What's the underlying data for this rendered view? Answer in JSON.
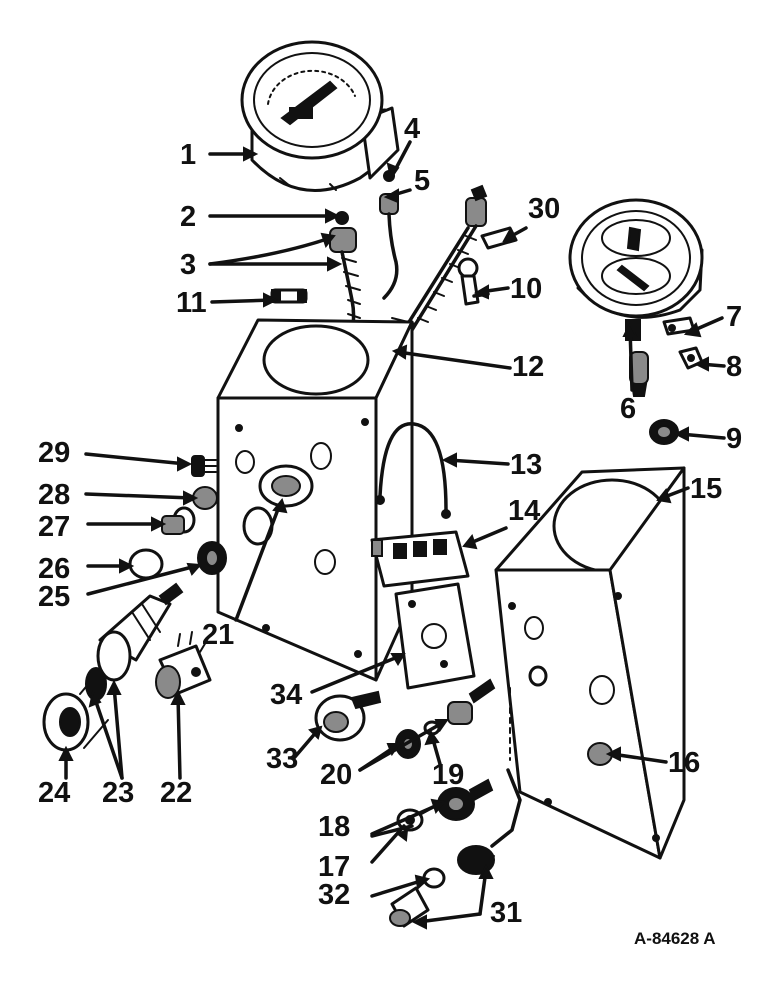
{
  "diagram": {
    "reference_code": "A-84628 A",
    "callouts": [
      {
        "id": "1",
        "label": "1"
      },
      {
        "id": "2",
        "label": "2"
      },
      {
        "id": "3",
        "label": "3"
      },
      {
        "id": "4",
        "label": "4"
      },
      {
        "id": "5",
        "label": "5"
      },
      {
        "id": "6",
        "label": "6"
      },
      {
        "id": "7",
        "label": "7"
      },
      {
        "id": "8",
        "label": "8"
      },
      {
        "id": "9",
        "label": "9"
      },
      {
        "id": "10",
        "label": "10"
      },
      {
        "id": "11",
        "label": "11"
      },
      {
        "id": "12",
        "label": "12"
      },
      {
        "id": "13",
        "label": "13"
      },
      {
        "id": "14",
        "label": "14"
      },
      {
        "id": "15",
        "label": "15"
      },
      {
        "id": "16",
        "label": "16"
      },
      {
        "id": "17",
        "label": "17"
      },
      {
        "id": "18",
        "label": "18"
      },
      {
        "id": "19",
        "label": "19"
      },
      {
        "id": "20",
        "label": "20"
      },
      {
        "id": "21",
        "label": "21"
      },
      {
        "id": "22",
        "label": "22"
      },
      {
        "id": "23",
        "label": "23"
      },
      {
        "id": "24",
        "label": "24"
      },
      {
        "id": "25",
        "label": "25"
      },
      {
        "id": "26",
        "label": "26"
      },
      {
        "id": "27",
        "label": "27"
      },
      {
        "id": "28",
        "label": "28"
      },
      {
        "id": "29",
        "label": "29"
      },
      {
        "id": "30",
        "label": "30"
      },
      {
        "id": "31",
        "label": "31"
      },
      {
        "id": "32",
        "label": "32"
      },
      {
        "id": "33",
        "label": "33"
      },
      {
        "id": "34",
        "label": "34"
      }
    ]
  }
}
